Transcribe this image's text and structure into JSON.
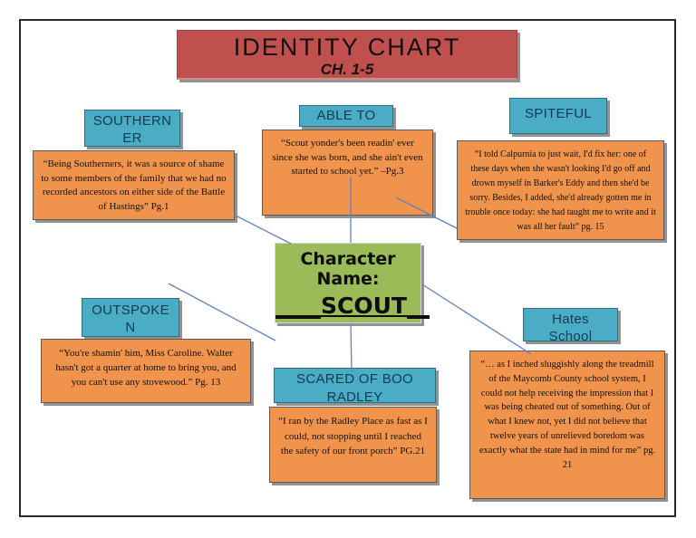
{
  "colors": {
    "red": "#c0504d",
    "teal": "#4bacc6",
    "orange": "#f0934c",
    "green": "#9bbb59",
    "line": "#5f83c4",
    "labelText": "#123a52"
  },
  "title": {
    "line1": "IDENTITY CHART",
    "line2": "CH. 1-5"
  },
  "center": {
    "heading_line1": "Character",
    "heading_line2": "Name:",
    "name": "____SCOUT__"
  },
  "nodes": {
    "southerner": {
      "label": "SOUTHERNER",
      "label_lines": [
        "SOUTHERN",
        "ER"
      ],
      "quote": "“Being Southerners, it was a source of shame to some members of the family that we had no recorded ancestors on either side of the Battle of Hastings” Pg.1"
    },
    "able_to": {
      "label": "ABLE TO",
      "label_lines": [
        "ABLE TO"
      ],
      "quote": "“Scout yonder's been readin' ever since she was born, and she ain't even started to school yet.” –Pg.3"
    },
    "spiteful": {
      "label": "SPITEFUL",
      "label_lines": [
        "SPITEFUL"
      ],
      "quote": "“I told Calpurnia to just wait, I'd fix her: one of these days when she wasn't looking I'd go off and drown myself in Barker's Eddy and then she'd be sorry. Besides, I added, she'd already gotten me in trouble once today: she had taught me to write and it was all her fault” pg. 15"
    },
    "outspoken": {
      "label": "OUTSPOKEN",
      "label_lines": [
        "OUTSPOKE",
        "N"
      ],
      "quote": "“You're shamin' him, Miss Caroline. Walter hasn't got a quarter at home to bring you, and you can't use any stovewood.” Pg. 13"
    },
    "scared": {
      "label": "SCARED OF BOO RADLEY",
      "label_lines": [
        "SCARED OF BOO",
        "RADLEY"
      ],
      "quote": "“I ran by the Radley Place as fast as I could, not stopping until I reached the safety of our front porch” PG.21"
    },
    "hates_school": {
      "label": "Hates School",
      "label_lines": [
        "Hates",
        "School"
      ],
      "quote": "“… as I inched sluggishly along the treadmill of the Maycomb County school system, I could not help receiving the impression that I was being cheated out of something. Out of what I knew not, yet I did not believe that twelve years of unrelieved boredom was exactly what the state had in mind for me” pg. 21"
    }
  },
  "connectors": [
    {
      "from": "southerner-quote",
      "to": "center-box"
    },
    {
      "from": "able-to-quote",
      "to": "center-box"
    },
    {
      "from": "able-to-quote",
      "to": "spiteful-quote"
    },
    {
      "from": "outspoken-label",
      "to": "center-box"
    },
    {
      "from": "center-box",
      "to": "scared-label"
    },
    {
      "from": "center-box",
      "to": "hates-school-quote"
    }
  ]
}
